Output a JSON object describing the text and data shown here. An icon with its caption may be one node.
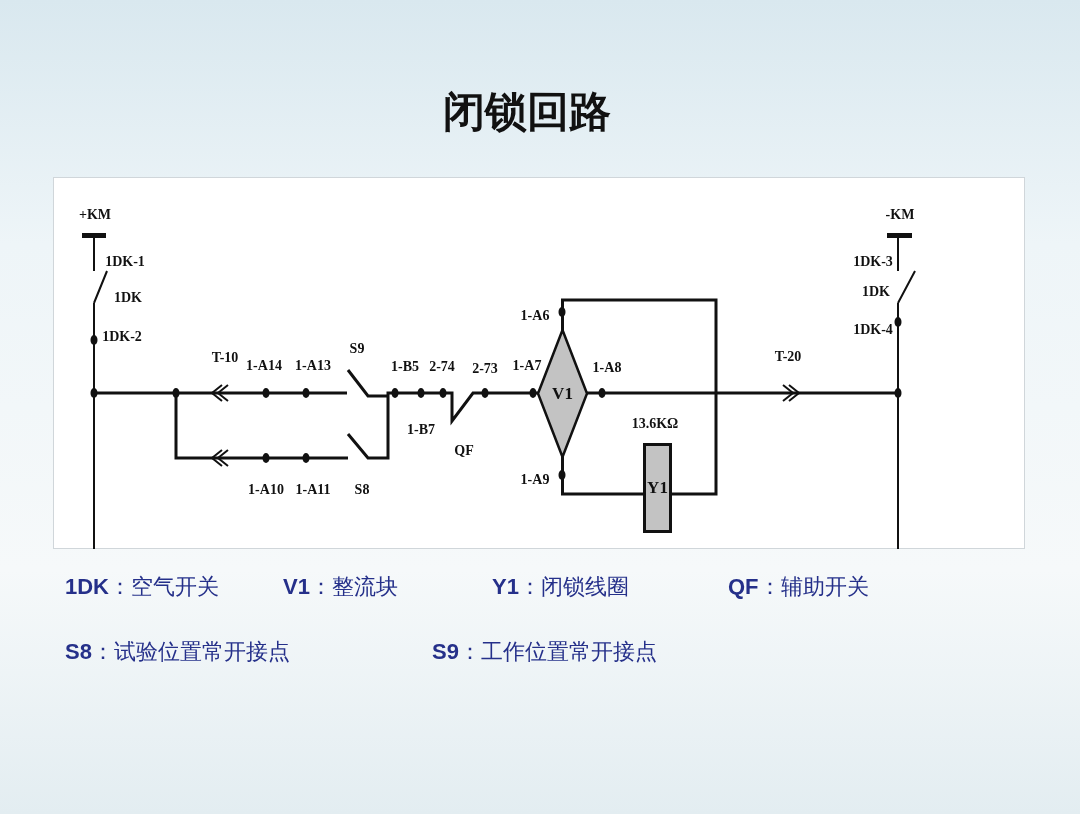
{
  "diagram": {
    "title": "闭锁回路",
    "nodes": [
      {
        "text": [
          "V1"
        ]
      },
      {
        "text": [
          "Y1"
        ],
        "beside": [
          "13.6KΩ"
        ]
      }
    ],
    "edges": [
      {
        "from": 0,
        "to": 1,
        "arrow": "none"
      },
      {
        "from": 0,
        "to": 1,
        "arrow": "none"
      }
    ],
    "labels": [
      "+KM",
      "-KM",
      "1DK-1",
      "1DK-3",
      "1DK",
      "1DK",
      "1DK-2",
      "1DK-4",
      "1-A6",
      "S9",
      "T-10",
      "1-A14",
      "1-A13",
      "1-B5",
      "2-74",
      "2-73",
      "1-A7",
      "1-A8",
      "T-20",
      "1-B7",
      "QF",
      "1-A9",
      "1-A10",
      "1-A11",
      "S8",
      "**1DK**：空气开关",
      "**V1**：整流块",
      "**Y1**：闭锁线圈",
      "**QF**：辅助开关",
      "**S8**：试验位置常开接点",
      "**S9**：工作位置常开接点"
    ]
  }
}
